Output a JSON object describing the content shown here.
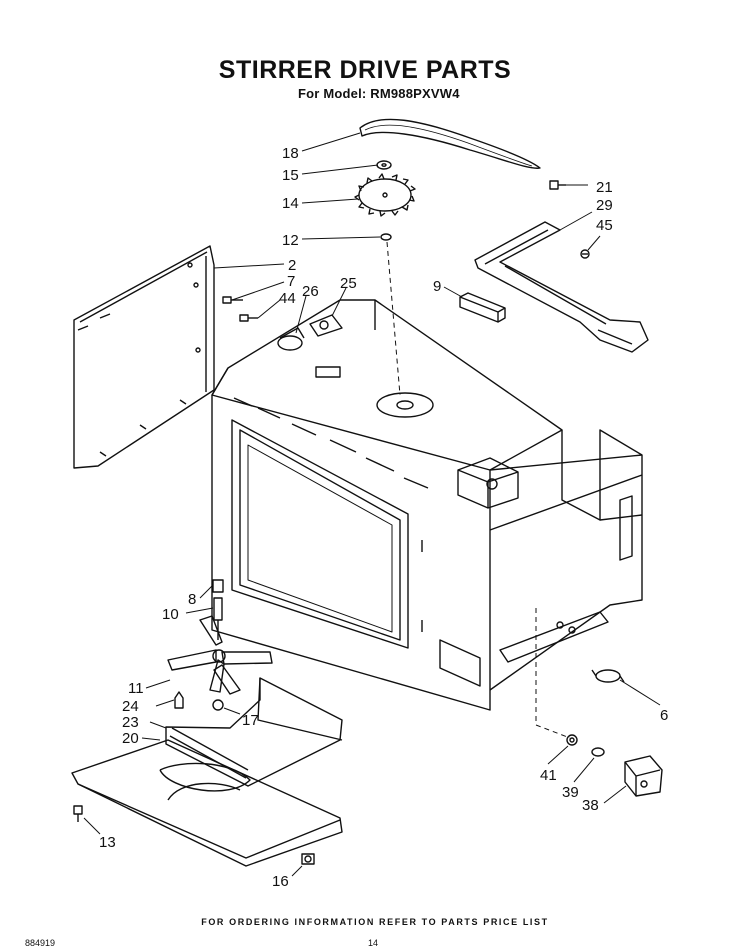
{
  "header": {
    "title": "STIRRER DRIVE PARTS",
    "model_line": "For Model: RM988PXVW4"
  },
  "callouts": [
    {
      "id": "18",
      "label": "18"
    },
    {
      "id": "15",
      "label": "15"
    },
    {
      "id": "14",
      "label": "14"
    },
    {
      "id": "12",
      "label": "12"
    },
    {
      "id": "2",
      "label": "2"
    },
    {
      "id": "7",
      "label": "7"
    },
    {
      "id": "44",
      "label": "44"
    },
    {
      "id": "26",
      "label": "26"
    },
    {
      "id": "25",
      "label": "25"
    },
    {
      "id": "9",
      "label": "9"
    },
    {
      "id": "21",
      "label": "21"
    },
    {
      "id": "29",
      "label": "29"
    },
    {
      "id": "45",
      "label": "45"
    },
    {
      "id": "8",
      "label": "8"
    },
    {
      "id": "10",
      "label": "10"
    },
    {
      "id": "11",
      "label": "11"
    },
    {
      "id": "24",
      "label": "24"
    },
    {
      "id": "23",
      "label": "23"
    },
    {
      "id": "20",
      "label": "20"
    },
    {
      "id": "17",
      "label": "17"
    },
    {
      "id": "6",
      "label": "6"
    },
    {
      "id": "41",
      "label": "41"
    },
    {
      "id": "39",
      "label": "39"
    },
    {
      "id": "38",
      "label": "38"
    },
    {
      "id": "13",
      "label": "13"
    },
    {
      "id": "16",
      "label": "16"
    }
  ],
  "footer": {
    "ordering_note": "FOR ORDERING INFORMATION REFER TO PARTS PRICE LIST",
    "doc_number": "884919",
    "page_number": "14"
  }
}
